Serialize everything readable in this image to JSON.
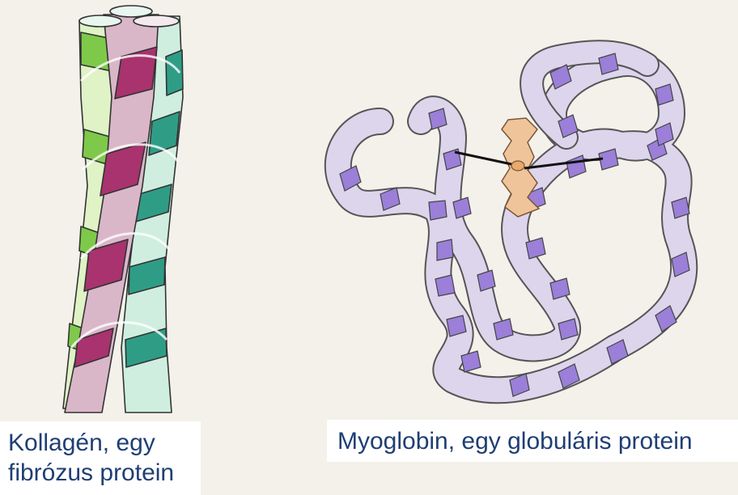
{
  "captions": {
    "collagen_line1": "Kollagén, egy",
    "collagen_line2": "fibrózus protein",
    "myoglobin": "Myoglobin, egy globuláris protein"
  },
  "colors": {
    "background": "#f3f1ea",
    "caption_text": "#1f3f74",
    "collagen_magenta": "#a8336f",
    "collagen_pink": "#d9b7c8",
    "collagen_green": "#7ec94a",
    "collagen_teal": "#2f9d86",
    "collagen_pale": "#cfeee0",
    "helix_light": "#ddd5ec",
    "helix_dark": "#9b7fd8",
    "heme": "#f0c49a"
  }
}
